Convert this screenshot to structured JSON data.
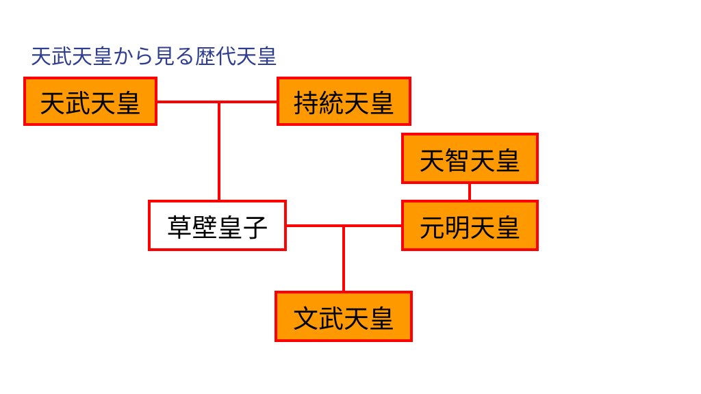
{
  "title": "天武天皇から見る歴代天皇",
  "nodes": {
    "tenmu": "天武天皇",
    "jito": "持統天皇",
    "tenji": "天智天皇",
    "kusakabe": "草壁皇子",
    "genmei": "元明天皇",
    "monmu": "文武天皇"
  },
  "colors": {
    "emperor_fill": "#FF9900",
    "border": "#FF0000",
    "prince_fill": "#FFFFFF",
    "title": "#2F3E8F"
  }
}
